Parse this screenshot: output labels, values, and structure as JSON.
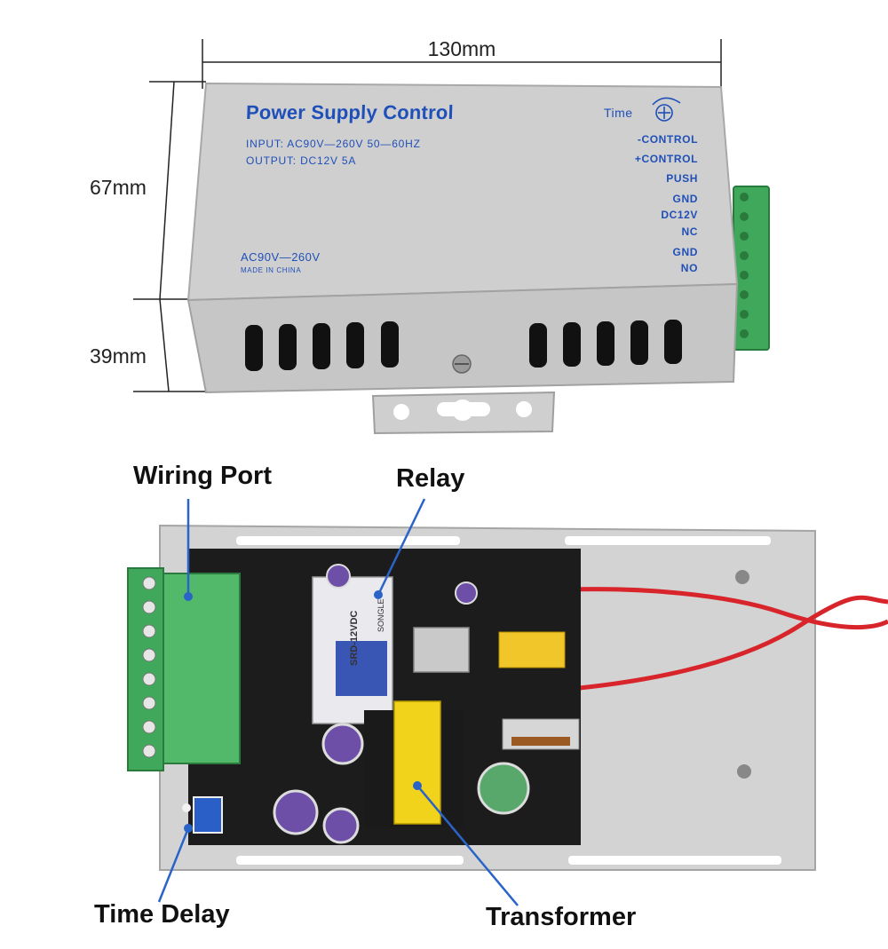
{
  "dimensions": {
    "width": "130mm",
    "height_upper": "67mm",
    "height_lower": "39mm"
  },
  "device_label": {
    "title": "Power Supply Control",
    "input": "INPUT: AC90V—260V 50—60HZ",
    "output": "OUTPUT: DC12V 5A",
    "voltage": "AC90V—260V",
    "made_in": "MADE IN CHINA",
    "time": "Time"
  },
  "terminals": [
    "-CONTROL",
    "+CONTROL",
    "PUSH",
    "GND",
    "DC12V",
    "NC",
    "GND",
    "NO"
  ],
  "callouts": {
    "wiring_port": "Wiring Port",
    "relay": "Relay",
    "time_delay": "Time Delay",
    "transformer": "Transformer"
  },
  "relay_markings": {
    "brand": "SONGLE",
    "model": "SRD-12VDC"
  },
  "colors": {
    "housing": "#c9c9c9",
    "label_blue": "#1f4fb8",
    "terminal_green": "#3fa85a",
    "pcb": "#1c1c1c",
    "leader_blue": "#2a64c8",
    "wire_red": "#d8252b",
    "transformer_yellow": "#f2d31b"
  }
}
